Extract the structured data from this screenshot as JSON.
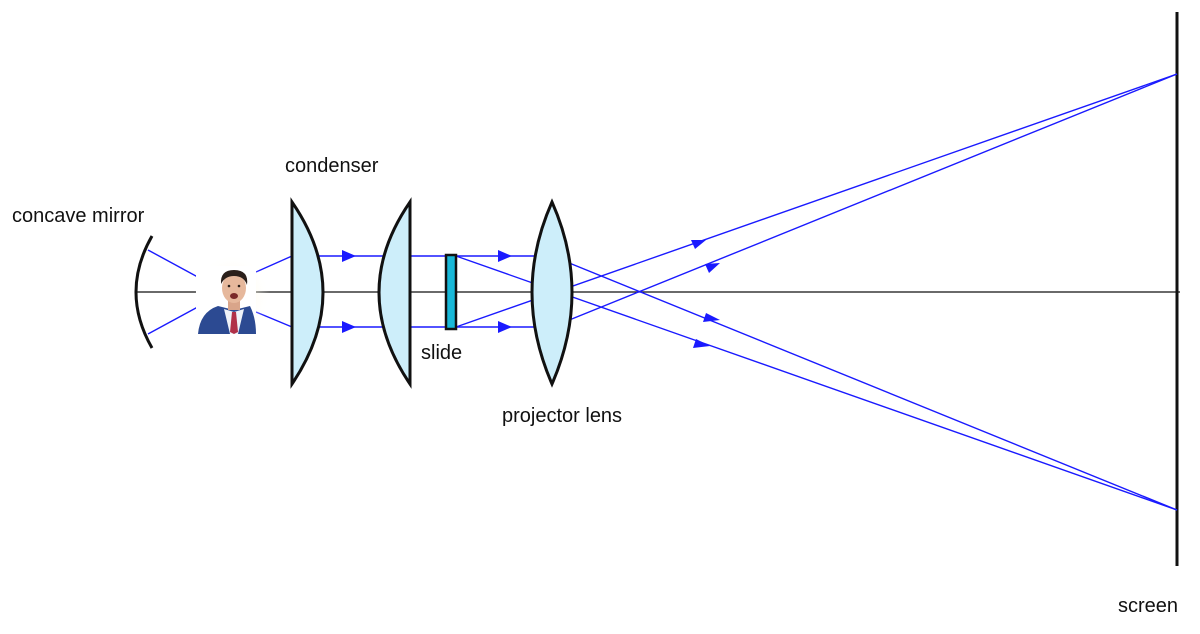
{
  "labels": {
    "concave_mirror": "concave mirror",
    "condenser": "condenser",
    "slide": "slide",
    "projector_lens": "projector lens",
    "screen": "screen"
  },
  "colors": {
    "ray": "#1a1aff",
    "lens_fill": "#cdeefa",
    "outline": "#111111",
    "slide_fill": "#18b8d8",
    "light_glow": "#fff6c8"
  },
  "light_source": {
    "icon": "person-portrait-icon"
  }
}
